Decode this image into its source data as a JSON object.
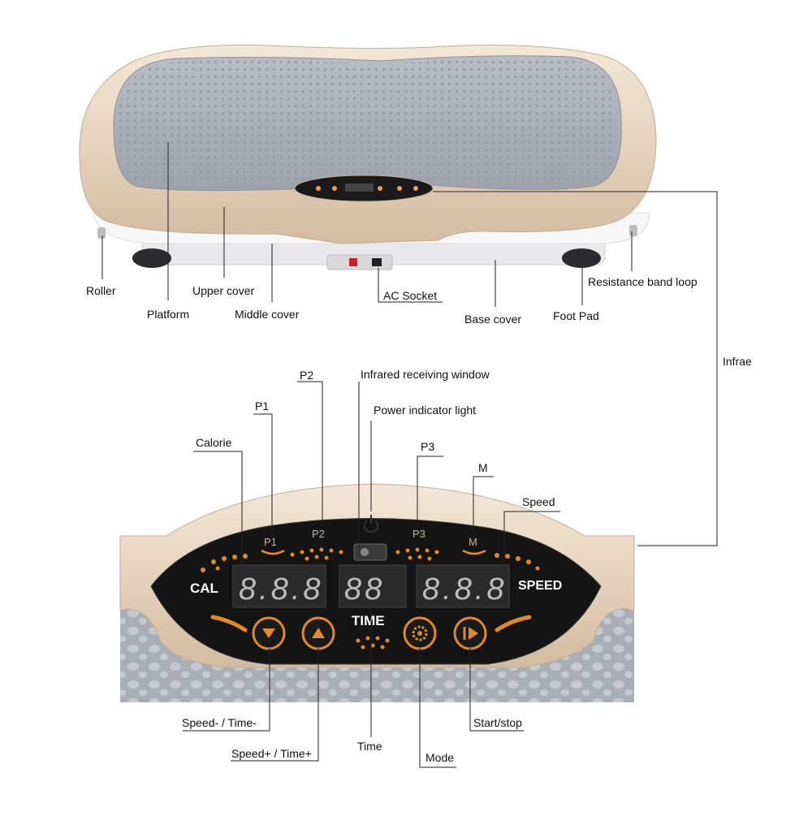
{
  "labels": {
    "roller": "Roller",
    "platform": "Platform",
    "upper_cover": "Upper cover",
    "middle_cover": "Middle cover",
    "ac_socket": "AC Socket",
    "base_cover": "Base cover",
    "foot_pad": "Foot Pad",
    "resistance_band_loop": "Resistance band loop",
    "infrared_side": "Infrae",
    "p2": "P2",
    "infrared_receiving_window": "Infrared receiving window",
    "power_indicator_light": "Power indicator light",
    "p1": "P1",
    "calorie": "Calorie",
    "p3": "P3",
    "m": "M",
    "speed": "Speed",
    "speed_minus_time_minus": "Speed- / Time-",
    "speed_plus_time_plus": "Speed+ / Time+",
    "time": "Time",
    "mode": "Mode",
    "start_stop": "Start/stop"
  },
  "panel": {
    "p1": "P1",
    "p2": "P2",
    "p3": "P3",
    "m": "M",
    "cal": "CAL",
    "speed": "SPEED",
    "time": "TIME"
  },
  "colors": {
    "shell": "#e8d8c4",
    "shell_dark": "#c9b49a",
    "platform": "#a9adb6",
    "panel": "#111111",
    "accent": "#e08a2a",
    "led": "#c8c8c8"
  }
}
